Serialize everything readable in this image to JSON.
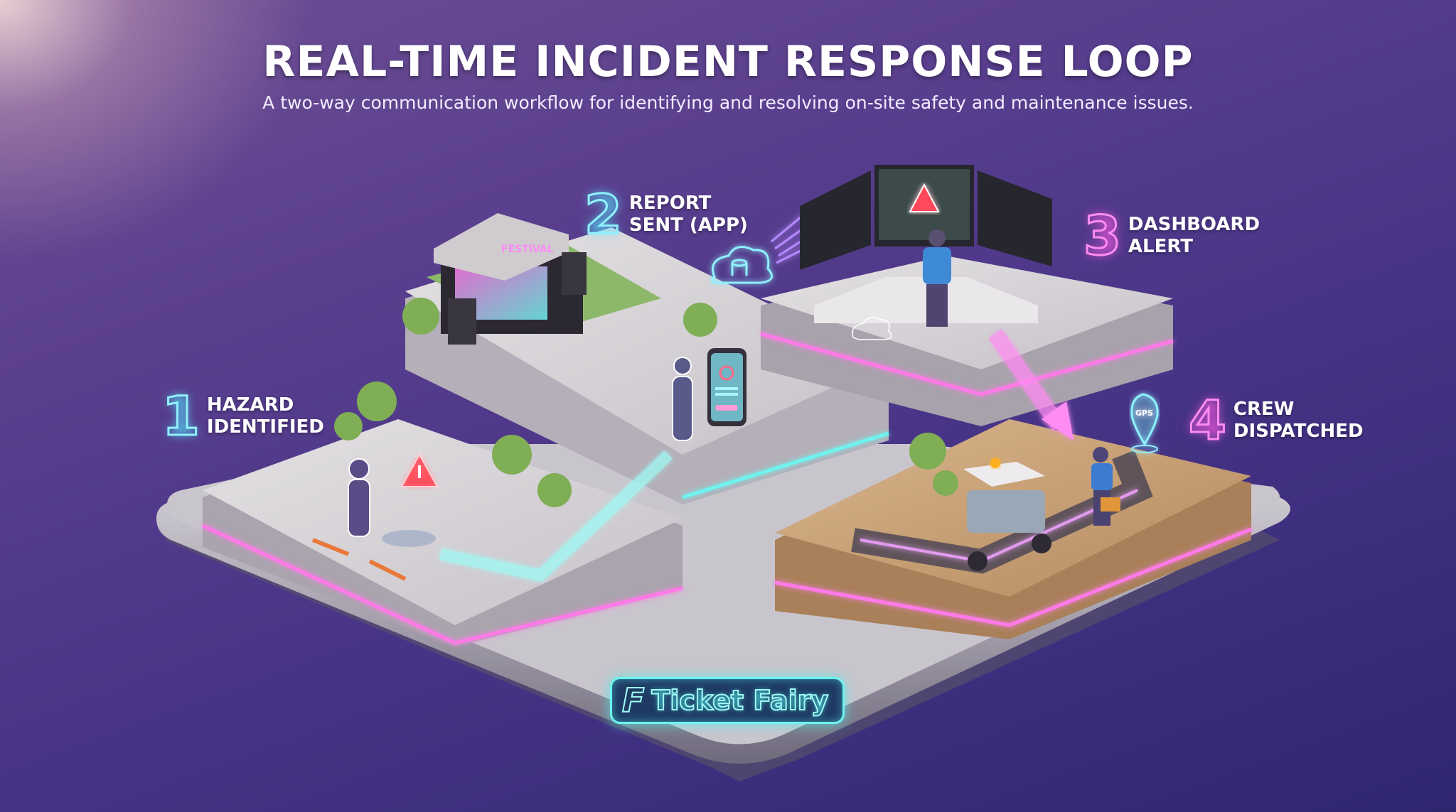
{
  "header": {
    "title": "REAL-TIME INCIDENT RESPONSE LOOP",
    "subtitle": "A two-way communication workflow for identifying and resolving on-site safety and maintenance issues."
  },
  "steps": [
    {
      "number": "1",
      "line1": "HAZARD",
      "line2": "IDENTIFIED",
      "accent": "#8ff1ff",
      "icon": "warning-triangle-icon"
    },
    {
      "number": "2",
      "line1": "REPORT",
      "line2": "SENT (APP)",
      "accent": "#8ff1ff",
      "icon": "cloud-database-icon"
    },
    {
      "number": "3",
      "line1": "DASHBOARD",
      "line2": "ALERT",
      "accent": "#ff8cf2",
      "icon": "monitor-alert-icon"
    },
    {
      "number": "4",
      "line1": "CREW",
      "line2": "DISPATCHED",
      "accent": "#ff8cf2",
      "icon": "gps-pin-icon"
    }
  ],
  "scene": {
    "stage_sign": "FESTIVAL",
    "gps_pin_label": "GPS"
  },
  "brand": {
    "logo_glyph": "F",
    "name": "Ticket Fairy",
    "color": "#6ff2ee"
  },
  "colors": {
    "background_top": "#6d4f93",
    "background_bottom": "#2f2670",
    "neon_cyan": "#6ff2ee",
    "neon_pink": "#ff7ae8",
    "alert_red": "#ff4a5a",
    "wood_platform": "#c8a27a",
    "concrete_platform": "#cfcbd0"
  }
}
